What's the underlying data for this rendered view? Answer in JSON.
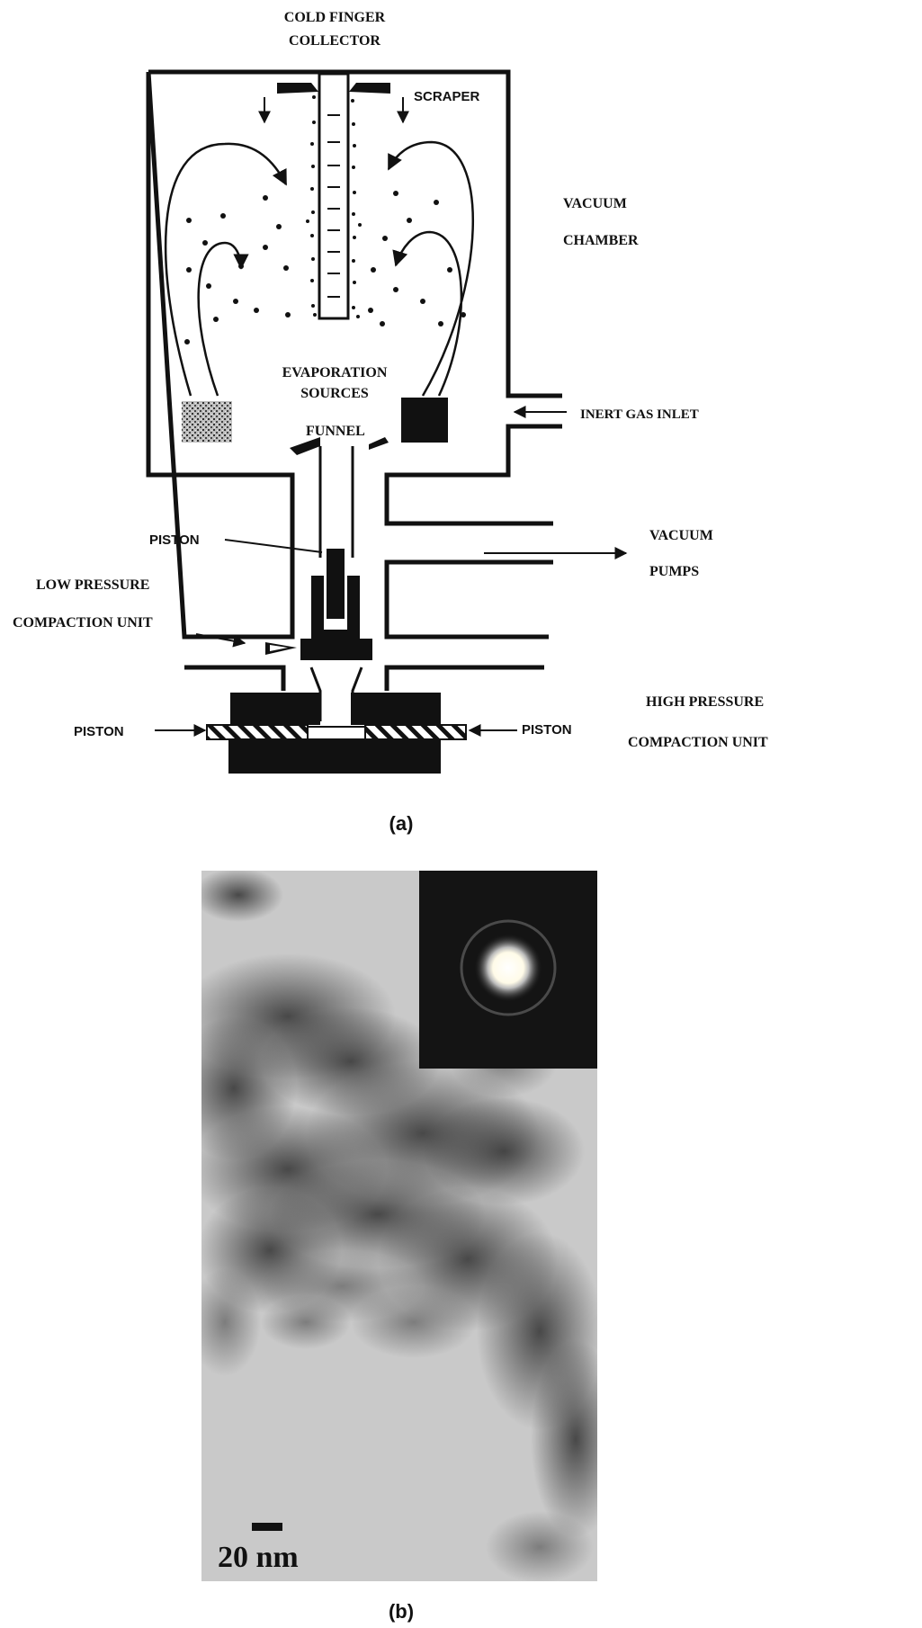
{
  "panel_a": {
    "labels": {
      "cold_finger_1": "COLD FINGER",
      "cold_finger_2": "COLLECTOR",
      "scraper": "SCRAPER",
      "vacuum_chamber_1": "VACUUM",
      "vacuum_chamber_2": "CHAMBER",
      "evaporation_1": "EVAPORATION",
      "evaporation_2": "SOURCES",
      "funnel": "FUNNEL",
      "inert_gas": "INERT GAS INLET",
      "piston_upper": "PISTON",
      "vacuum_pumps_1": "VACUUM",
      "vacuum_pumps_2": "PUMPS",
      "low_pressure_1": "LOW PRESSURE",
      "low_pressure_2": "COMPACTION UNIT",
      "piston_left": "PISTON",
      "piston_right": "PISTON",
      "high_pressure_1": "HIGH PRESSURE",
      "high_pressure_2": "COMPACTION UNIT"
    },
    "caption": "(a)"
  },
  "panel_b": {
    "scale_bar": "20 nm",
    "caption": "(b)"
  }
}
